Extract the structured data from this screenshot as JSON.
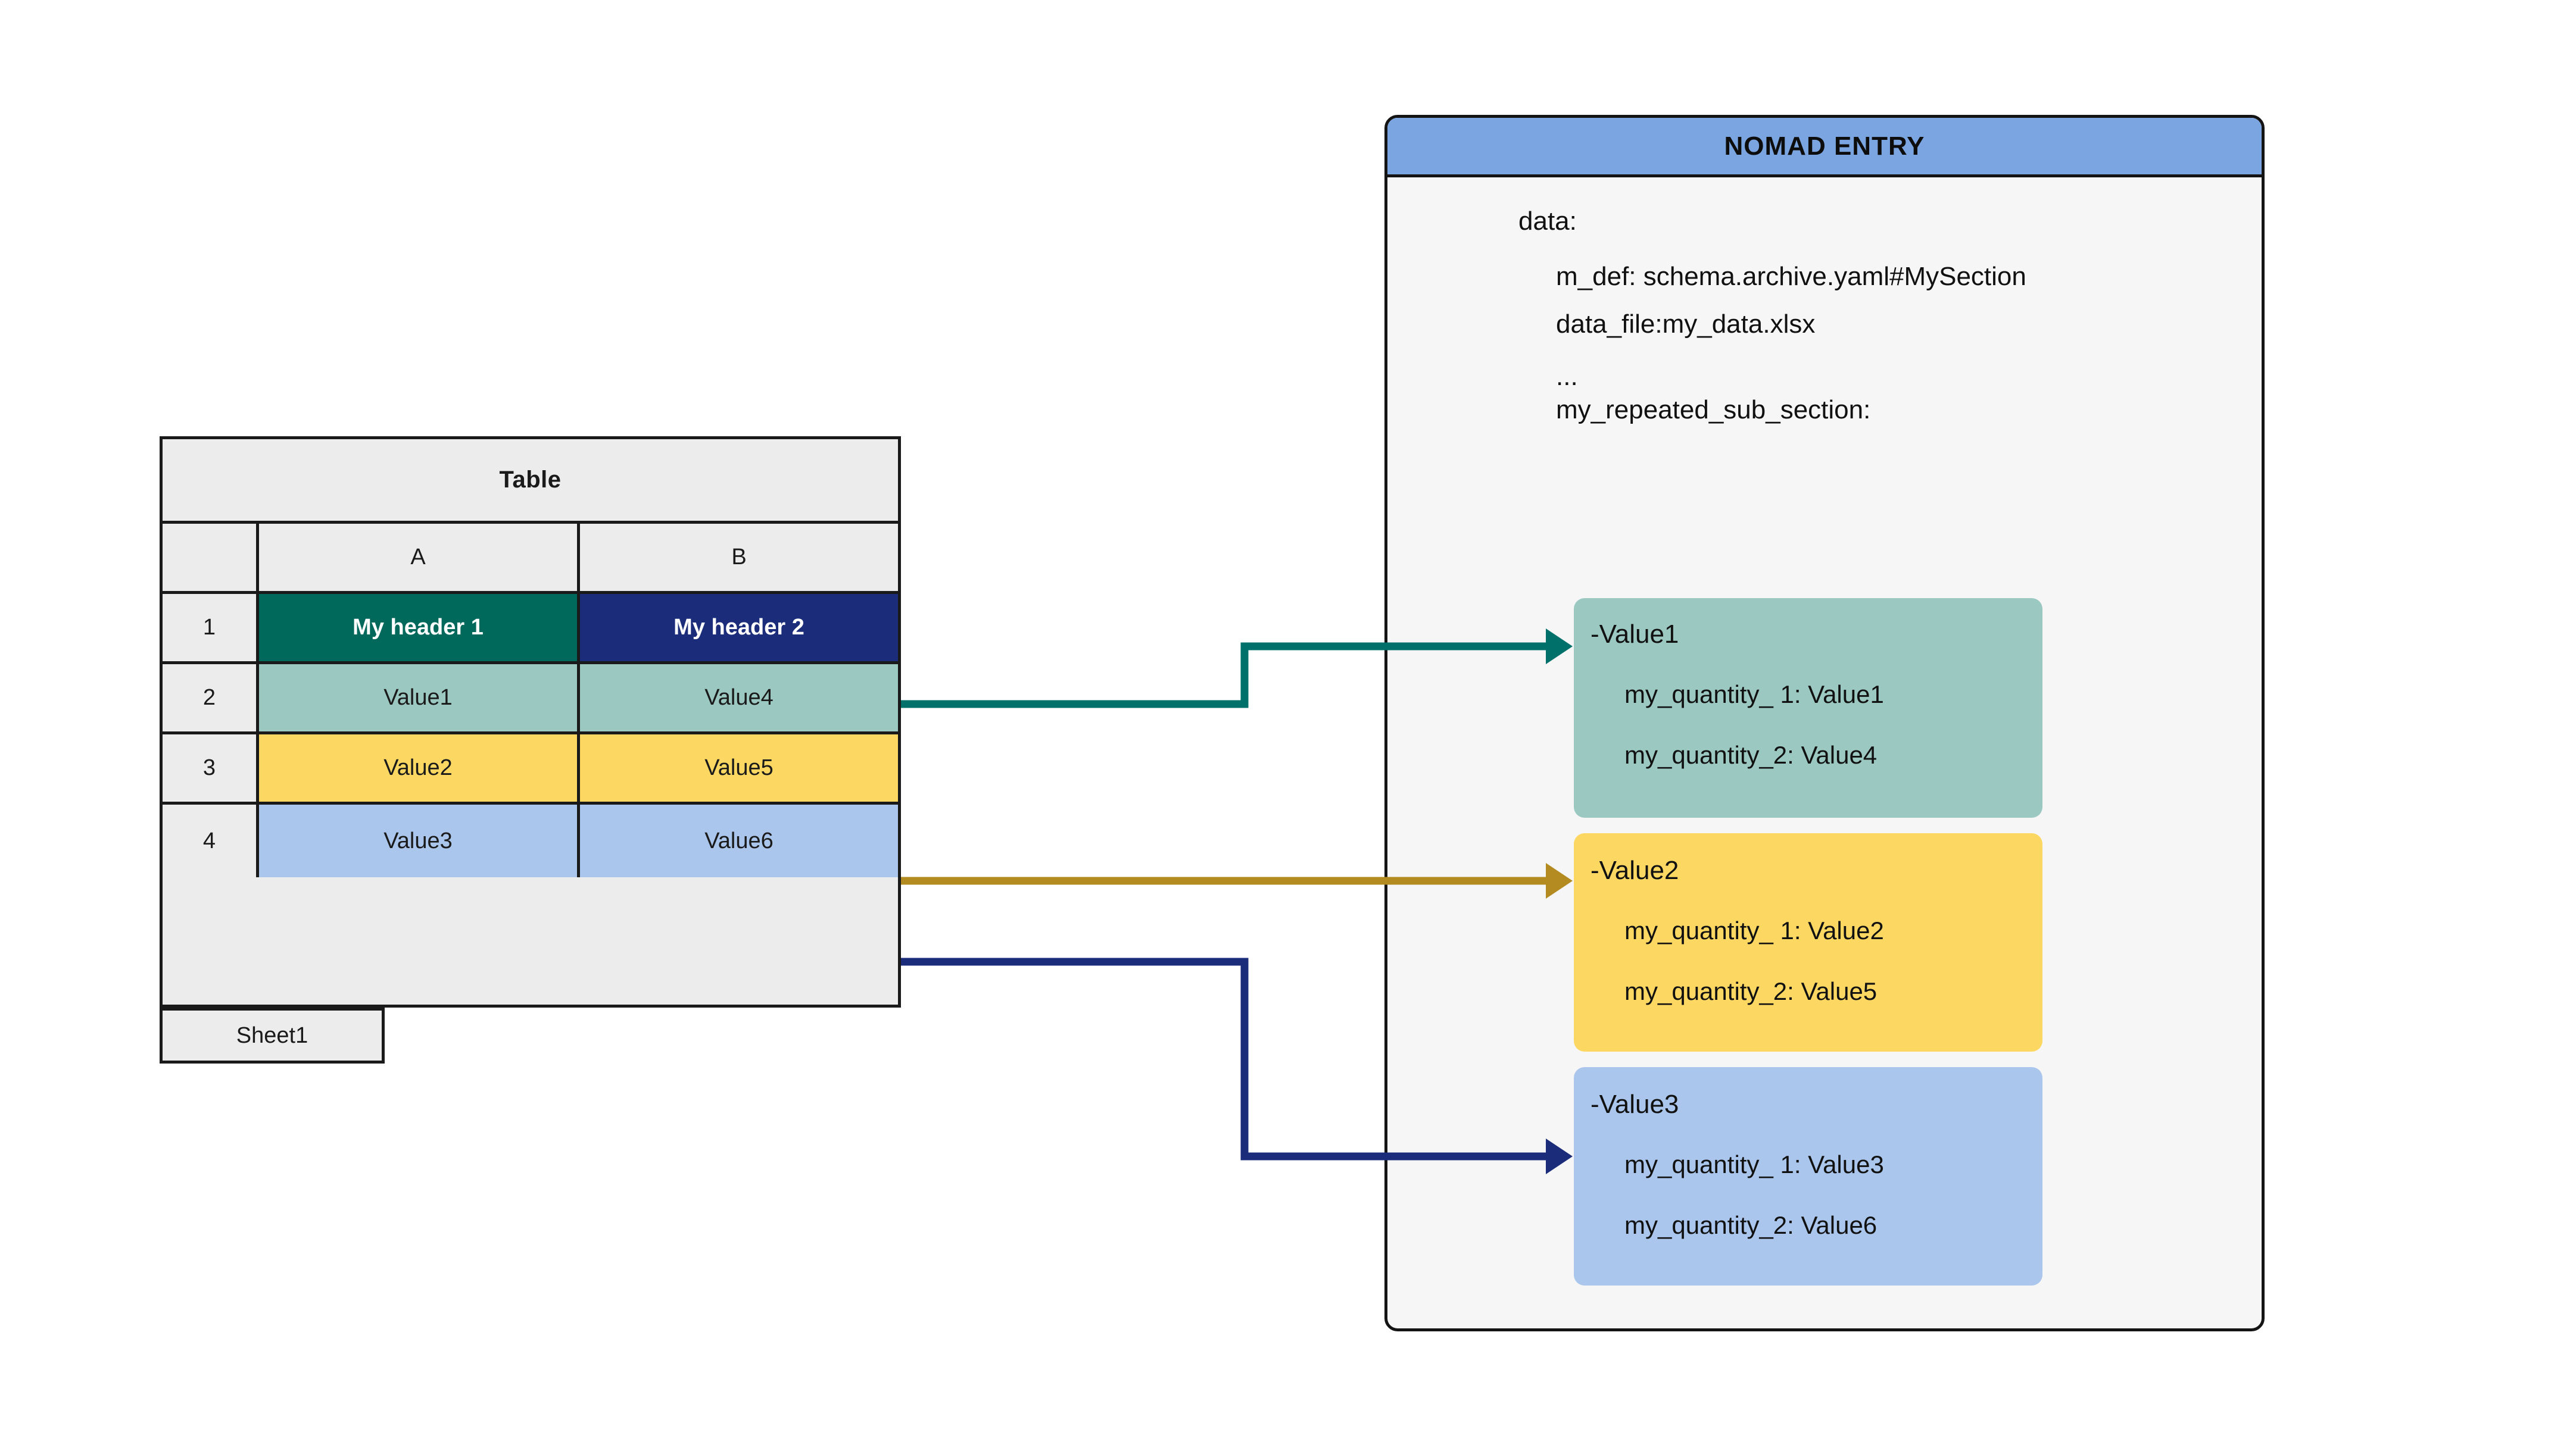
{
  "spreadsheet": {
    "title": "Table",
    "sheet_tab": "Sheet1",
    "column_headers": [
      "",
      "A",
      "B"
    ],
    "row_numbers": [
      "1",
      "2",
      "3",
      "4"
    ],
    "rows": [
      {
        "number": "1",
        "a": "My header 1",
        "b": "My header 2"
      },
      {
        "number": "2",
        "a": "Value1",
        "b": "Value4"
      },
      {
        "number": "3",
        "a": "Value2",
        "b": "Value5"
      },
      {
        "number": "4",
        "a": "Value3",
        "b": "Value6"
      }
    ],
    "colors": {
      "header_a_bg": "#00695c",
      "header_b_bg": "#1b2d7a",
      "row2_bg": "#9bc9c2",
      "row3_bg": "#fcd862",
      "row4_bg": "#aac6ec",
      "grey_bg": "#ececec",
      "border": "#1a1a1a"
    }
  },
  "nomad": {
    "header_title": "NOMAD ENTRY",
    "header_bg": "#7ba5e0",
    "body_bg": "#f6f6f6",
    "yaml": {
      "line_data": "data:",
      "line_m_def": "m_def: schema.archive.yaml#MySection",
      "line_data_file": "data_file:my_data.xlsx",
      "line_ellipsis": "...",
      "line_sub_section": "my_repeated_sub_section:"
    },
    "subsections": [
      {
        "title": "-Value1",
        "quantity_1": "my_quantity_ 1: Value1",
        "quantity_2": "my_quantity_2: Value4",
        "color": "#9bc9c2"
      },
      {
        "title": "-Value2",
        "quantity_1": "my_quantity_ 1: Value2",
        "quantity_2": "my_quantity_2: Value5",
        "color": "#fcd862"
      },
      {
        "title": "-Value3",
        "quantity_1": "my_quantity_ 1: Value3",
        "quantity_2": "my_quantity_2: Value6",
        "color": "#aac6ec"
      }
    ]
  },
  "connectors": [
    {
      "name": "row2-to-value1",
      "color": "#00706b"
    },
    {
      "name": "row3-to-value2",
      "color": "#b38b20"
    },
    {
      "name": "row4-to-value3",
      "color": "#1b2d7a"
    }
  ]
}
